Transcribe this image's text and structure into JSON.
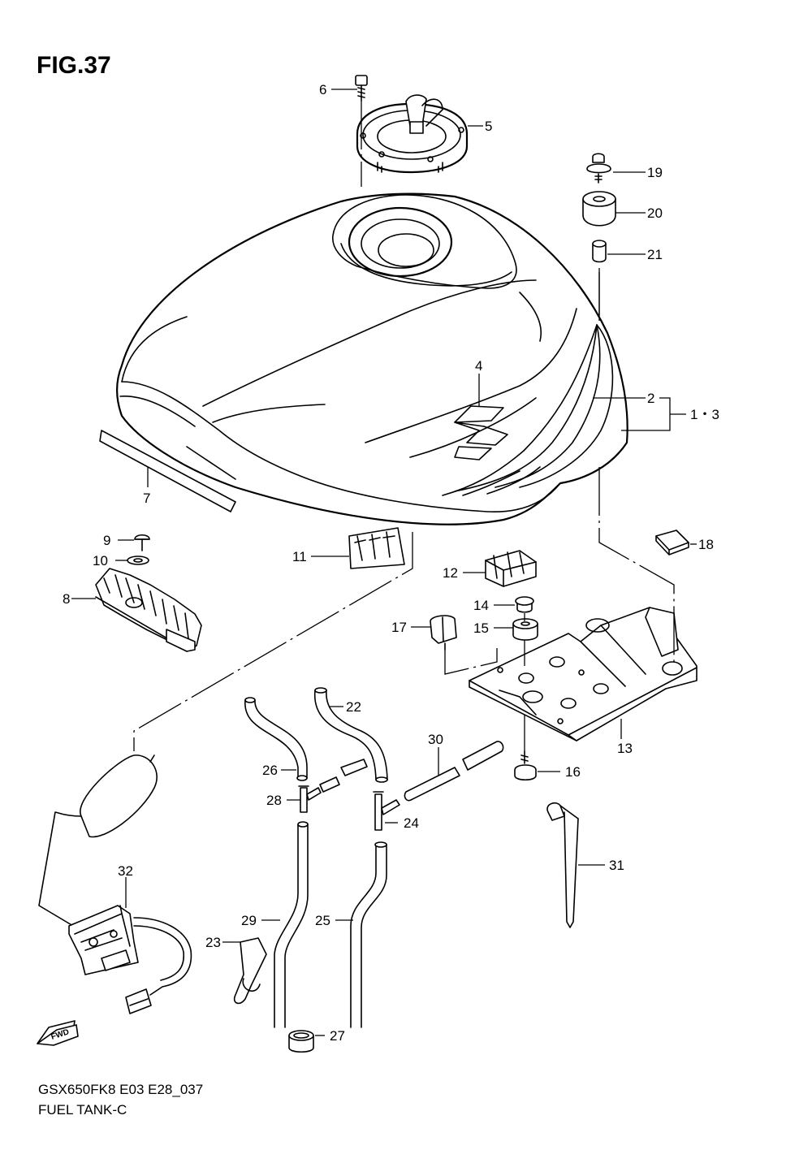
{
  "figure": {
    "title": "FIG.37"
  },
  "footer": {
    "model_code": "GSX650FK8 E03 E28_037",
    "section_name": "FUEL TANK-C"
  },
  "fwd_badge": "FWD",
  "parts": [
    {
      "id": "p1",
      "label": "1・3"
    },
    {
      "id": "p2",
      "label": "2"
    },
    {
      "id": "p4",
      "label": "4"
    },
    {
      "id": "p5",
      "label": "5"
    },
    {
      "id": "p6",
      "label": "6"
    },
    {
      "id": "p7",
      "label": "7"
    },
    {
      "id": "p8",
      "label": "8"
    },
    {
      "id": "p9",
      "label": "9"
    },
    {
      "id": "p10",
      "label": "10"
    },
    {
      "id": "p11",
      "label": "11"
    },
    {
      "id": "p12",
      "label": "12"
    },
    {
      "id": "p13",
      "label": "13"
    },
    {
      "id": "p14",
      "label": "14"
    },
    {
      "id": "p15",
      "label": "15"
    },
    {
      "id": "p16",
      "label": "16"
    },
    {
      "id": "p17",
      "label": "17"
    },
    {
      "id": "p18",
      "label": "18"
    },
    {
      "id": "p19",
      "label": "19"
    },
    {
      "id": "p20",
      "label": "20"
    },
    {
      "id": "p21",
      "label": "21"
    },
    {
      "id": "p22",
      "label": "22"
    },
    {
      "id": "p23",
      "label": "23"
    },
    {
      "id": "p24",
      "label": "24"
    },
    {
      "id": "p25",
      "label": "25"
    },
    {
      "id": "p26",
      "label": "26"
    },
    {
      "id": "p27",
      "label": "27"
    },
    {
      "id": "p28",
      "label": "28"
    },
    {
      "id": "p29",
      "label": "29"
    },
    {
      "id": "p30",
      "label": "30"
    },
    {
      "id": "p31",
      "label": "31"
    },
    {
      "id": "p32",
      "label": "32"
    }
  ]
}
